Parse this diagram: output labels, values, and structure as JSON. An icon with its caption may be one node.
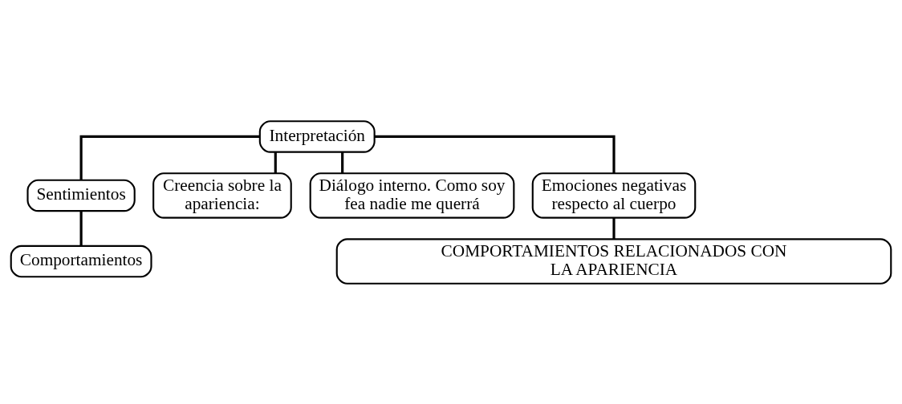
{
  "diagram": {
    "nodes": [
      {
        "text": [
          "Interpretación"
        ]
      },
      {
        "text": [
          "Sentimientos"
        ]
      },
      {
        "text": [
          "Comportamientos"
        ]
      },
      {
        "text": [
          "Creencia sobre la apariencia:"
        ]
      },
      {
        "text": [
          "Diálogo interno. Como soy fea nadie me querrá"
        ]
      },
      {
        "text": [
          "Emociones negativas respecto al cuerpo"
        ]
      },
      {
        "text": [
          "COMPORTAMIENTOS RELACIONADOS CON LA APARIENCIA"
        ]
      }
    ],
    "edges": [
      {
        "from": 0,
        "to": 1,
        "arrow": "none"
      },
      {
        "from": 1,
        "to": 2,
        "arrow": "none"
      },
      {
        "from": 0,
        "to": 3,
        "arrow": "none"
      },
      {
        "from": 0,
        "to": 4,
        "arrow": "none"
      },
      {
        "from": 0,
        "to": 5,
        "arrow": "none"
      },
      {
        "from": 5,
        "to": 6,
        "arrow": "none"
      }
    ]
  }
}
